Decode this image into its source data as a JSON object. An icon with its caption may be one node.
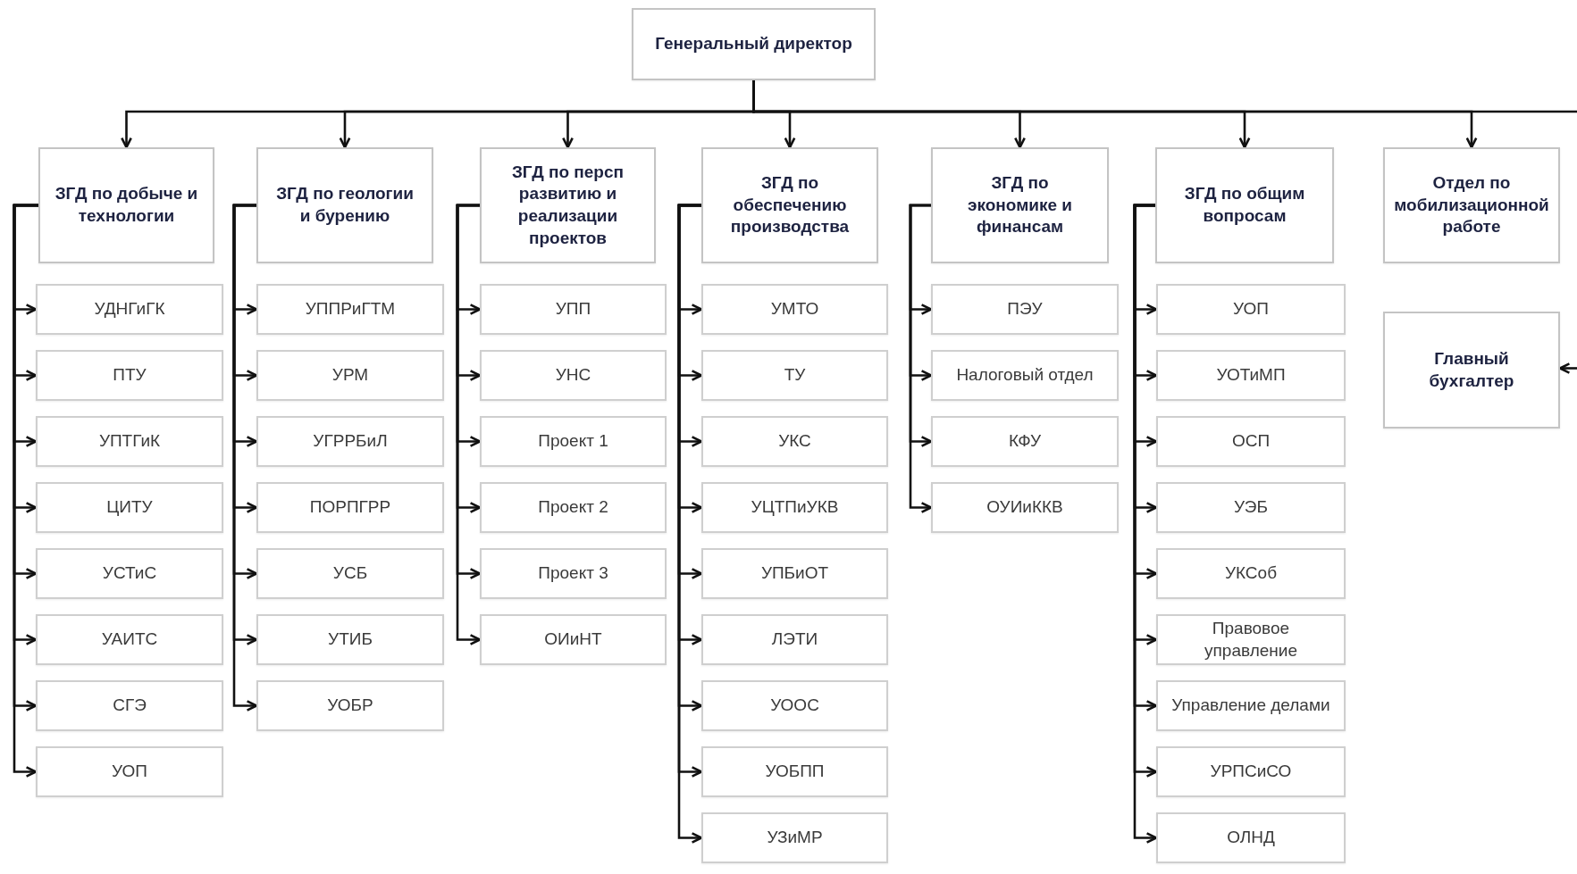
{
  "diagram": {
    "nodes": [
      {
        "text": [
          "Генеральный директор"
        ]
      },
      {
        "text": [
          "ЗГД по добыче и технологии"
        ]
      },
      {
        "text": [
          "УДНГиГК"
        ]
      },
      {
        "text": [
          "ПТУ"
        ]
      },
      {
        "text": [
          "УПТГиК"
        ]
      },
      {
        "text": [
          "ЦИТУ"
        ]
      },
      {
        "text": [
          "УСТиС"
        ]
      },
      {
        "text": [
          "УАИТС"
        ]
      },
      {
        "text": [
          "СГЭ"
        ]
      },
      {
        "text": [
          "УОП"
        ]
      },
      {
        "text": [
          "ЗГД  по геологии и бурению"
        ]
      },
      {
        "text": [
          "УППРиГТМ"
        ]
      },
      {
        "text": [
          "УРМ"
        ]
      },
      {
        "text": [
          "УГРРБиЛ"
        ]
      },
      {
        "text": [
          "ПОРПГРР"
        ]
      },
      {
        "text": [
          "УСБ"
        ]
      },
      {
        "text": [
          "УТИБ"
        ]
      },
      {
        "text": [
          "УОБР"
        ]
      },
      {
        "text": [
          "ЗГД по персп развитию и реализации проектов"
        ]
      },
      {
        "text": [
          "УПП"
        ]
      },
      {
        "text": [
          "УНС"
        ]
      },
      {
        "text": [
          "Проект 1"
        ]
      },
      {
        "text": [
          "Проект 2"
        ]
      },
      {
        "text": [
          "Проект 3"
        ]
      },
      {
        "text": [
          "ОИиНТ"
        ]
      },
      {
        "text": [
          "ЗГД по обеспечению производства"
        ]
      },
      {
        "text": [
          "УМТО"
        ]
      },
      {
        "text": [
          "ТУ"
        ]
      },
      {
        "text": [
          "УКС"
        ]
      },
      {
        "text": [
          "УЦТПиУКВ"
        ]
      },
      {
        "text": [
          "УПБиОТ"
        ]
      },
      {
        "text": [
          "ЛЭТИ"
        ]
      },
      {
        "text": [
          "УООС"
        ]
      },
      {
        "text": [
          "УОБПП"
        ]
      },
      {
        "text": [
          "УЗиМР"
        ]
      },
      {
        "text": [
          "ЗГД по экономике и финансам"
        ]
      },
      {
        "text": [
          "ПЭУ"
        ]
      },
      {
        "text": [
          "Налоговый отдел"
        ]
      },
      {
        "text": [
          "КФУ"
        ]
      },
      {
        "text": [
          "ОУИиККВ"
        ]
      },
      {
        "text": [
          "ЗГД по общим вопросам"
        ]
      },
      {
        "text": [
          "УОП"
        ]
      },
      {
        "text": [
          "УОТиМП"
        ]
      },
      {
        "text": [
          "ОСП"
        ]
      },
      {
        "text": [
          "УЭБ"
        ]
      },
      {
        "text": [
          "УКСоб"
        ]
      },
      {
        "text": [
          "Правовое управление"
        ]
      },
      {
        "text": [
          "Управление делами"
        ]
      },
      {
        "text": [
          "УРПСиСО"
        ]
      },
      {
        "text": [
          "ОЛНД"
        ]
      },
      {
        "text": [
          "Отдел по мобилизационной работе"
        ]
      },
      {
        "text": [
          "Главный бухгалтер"
        ]
      }
    ],
    "edges": [
      {
        "from": 0,
        "to": 1,
        "arrow": "to"
      },
      {
        "from": 0,
        "to": 10,
        "arrow": "to"
      },
      {
        "from": 0,
        "to": 18,
        "arrow": "to"
      },
      {
        "from": 0,
        "to": 25,
        "arrow": "to"
      },
      {
        "from": 0,
        "to": 35,
        "arrow": "to"
      },
      {
        "from": 0,
        "to": 40,
        "arrow": "to"
      },
      {
        "from": 0,
        "to": 50,
        "arrow": "to"
      },
      {
        "from": 0,
        "to": null,
        "arrow": "none"
      },
      {
        "from": 1,
        "to": 2,
        "arrow": "to"
      },
      {
        "from": 1,
        "to": 3,
        "arrow": "to"
      },
      {
        "from": 1,
        "to": 4,
        "arrow": "to"
      },
      {
        "from": 1,
        "to": 5,
        "arrow": "to"
      },
      {
        "from": 1,
        "to": 6,
        "arrow": "to"
      },
      {
        "from": 1,
        "to": 7,
        "arrow": "to"
      },
      {
        "from": 1,
        "to": 8,
        "arrow": "to"
      },
      {
        "from": 1,
        "to": 9,
        "arrow": "to"
      },
      {
        "from": 10,
        "to": 11,
        "arrow": "to"
      },
      {
        "from": 10,
        "to": 12,
        "arrow": "to"
      },
      {
        "from": 10,
        "to": 13,
        "arrow": "to"
      },
      {
        "from": 10,
        "to": 14,
        "arrow": "to"
      },
      {
        "from": 10,
        "to": 15,
        "arrow": "to"
      },
      {
        "from": 10,
        "to": 16,
        "arrow": "to"
      },
      {
        "from": 10,
        "to": 17,
        "arrow": "to"
      },
      {
        "from": 18,
        "to": 19,
        "arrow": "to"
      },
      {
        "from": 18,
        "to": 20,
        "arrow": "to"
      },
      {
        "from": 18,
        "to": 21,
        "arrow": "to"
      },
      {
        "from": 18,
        "to": 22,
        "arrow": "to"
      },
      {
        "from": 18,
        "to": 23,
        "arrow": "to"
      },
      {
        "from": 18,
        "to": 24,
        "arrow": "to"
      },
      {
        "from": 25,
        "to": 26,
        "arrow": "to"
      },
      {
        "from": 25,
        "to": 27,
        "arrow": "to"
      },
      {
        "from": 25,
        "to": 28,
        "arrow": "to"
      },
      {
        "from": 25,
        "to": 29,
        "arrow": "to"
      },
      {
        "from": 25,
        "to": 30,
        "arrow": "to"
      },
      {
        "from": 25,
        "to": 31,
        "arrow": "to"
      },
      {
        "from": 25,
        "to": 32,
        "arrow": "to"
      },
      {
        "from": 25,
        "to": 33,
        "arrow": "to"
      },
      {
        "from": 25,
        "to": 34,
        "arrow": "to"
      },
      {
        "from": 35,
        "to": 36,
        "arrow": "to"
      },
      {
        "from": 35,
        "to": 37,
        "arrow": "to"
      },
      {
        "from": 35,
        "to": 38,
        "arrow": "to"
      },
      {
        "from": 35,
        "to": 39,
        "arrow": "to"
      },
      {
        "from": 40,
        "to": 41,
        "arrow": "to"
      },
      {
        "from": 40,
        "to": 42,
        "arrow": "to"
      },
      {
        "from": 40,
        "to": 43,
        "arrow": "to"
      },
      {
        "from": 40,
        "to": 44,
        "arrow": "to"
      },
      {
        "from": 40,
        "to": 45,
        "arrow": "to"
      },
      {
        "from": 40,
        "to": 46,
        "arrow": "to"
      },
      {
        "from": 40,
        "to": 47,
        "arrow": "to"
      },
      {
        "from": 40,
        "to": 48,
        "arrow": "to"
      },
      {
        "from": 40,
        "to": 49,
        "arrow": "to"
      },
      {
        "from": null,
        "to": 51,
        "arrow": "to"
      }
    ]
  }
}
